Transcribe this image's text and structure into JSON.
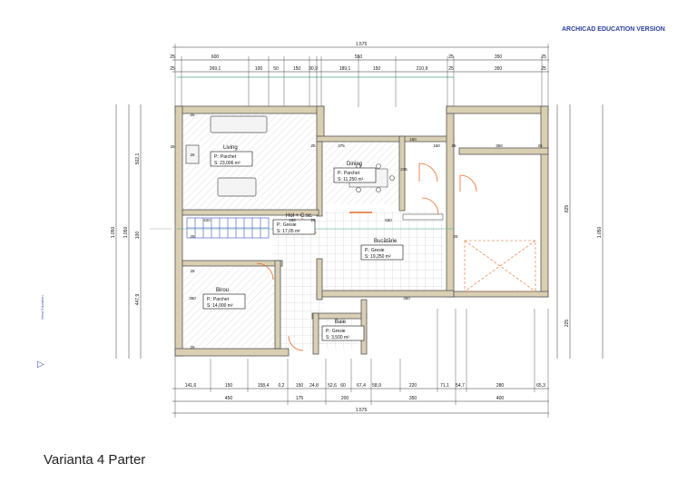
{
  "watermark": "ARCHICAD EDUCATION VERSION",
  "caption": "Varianta 4 Parter",
  "elevation_label": "West Elevation",
  "colors": {
    "wall": "#d9cfb3",
    "wall_stroke": "#555",
    "accent": "#e8692a",
    "guide": "#4fa88f",
    "watermark": "#2b3f9a"
  },
  "rooms": [
    {
      "name": "Living",
      "finish": "P.: Parchet",
      "area": "S: 23,006 m²"
    },
    {
      "name": "Dining",
      "finish": "P.: Parchet",
      "area": "S: 11,250 m²"
    },
    {
      "name": "Hol + C.sc.",
      "finish": "P.: Gresie",
      "area": "S: 17,05 m²"
    },
    {
      "name": "Bucătărie",
      "finish": "P.: Gresie",
      "area": "S: 19,250 m²"
    },
    {
      "name": "Birou",
      "finish": "P.: Parchet",
      "area": "S: 14,000 m²"
    },
    {
      "name": "Baie",
      "finish": "P.: Gresie",
      "area": "S: 3,500 m²"
    }
  ],
  "dims_top_total": "1.575",
  "dims_top_row2": [
    "25",
    "600",
    "550",
    "25",
    "350",
    "25"
  ],
  "dims_top_row3": [
    "25",
    "269,1",
    "100",
    "50",
    "150",
    "30,9",
    "189,1",
    "150",
    "210,9",
    "25",
    "350",
    "25"
  ],
  "dims_bottom_row1": [
    "141,6",
    "150",
    "158,4",
    "0,2",
    "150",
    "24,8",
    "52,6",
    "60",
    "67,4",
    "58,9",
    "220",
    "71,1",
    "54,7",
    "280",
    "65,3"
  ],
  "dims_bottom_row2": [
    "450",
    "175",
    "200",
    "350",
    "400"
  ],
  "dims_bottom_total": "1.575",
  "dims_left": [
    "1.050",
    "1.050",
    "502,1",
    "100",
    "447,9"
  ],
  "dims_right": [
    "1.050",
    "825",
    "225"
  ],
  "interior_dims": [
    "375",
    "25",
    "150",
    "25",
    "350",
    "25",
    "420",
    "160",
    "550",
    "215",
    "25",
    "350",
    "350",
    "25",
    "25",
    "25",
    "25",
    "25",
    "25",
    "25",
    "150"
  ]
}
